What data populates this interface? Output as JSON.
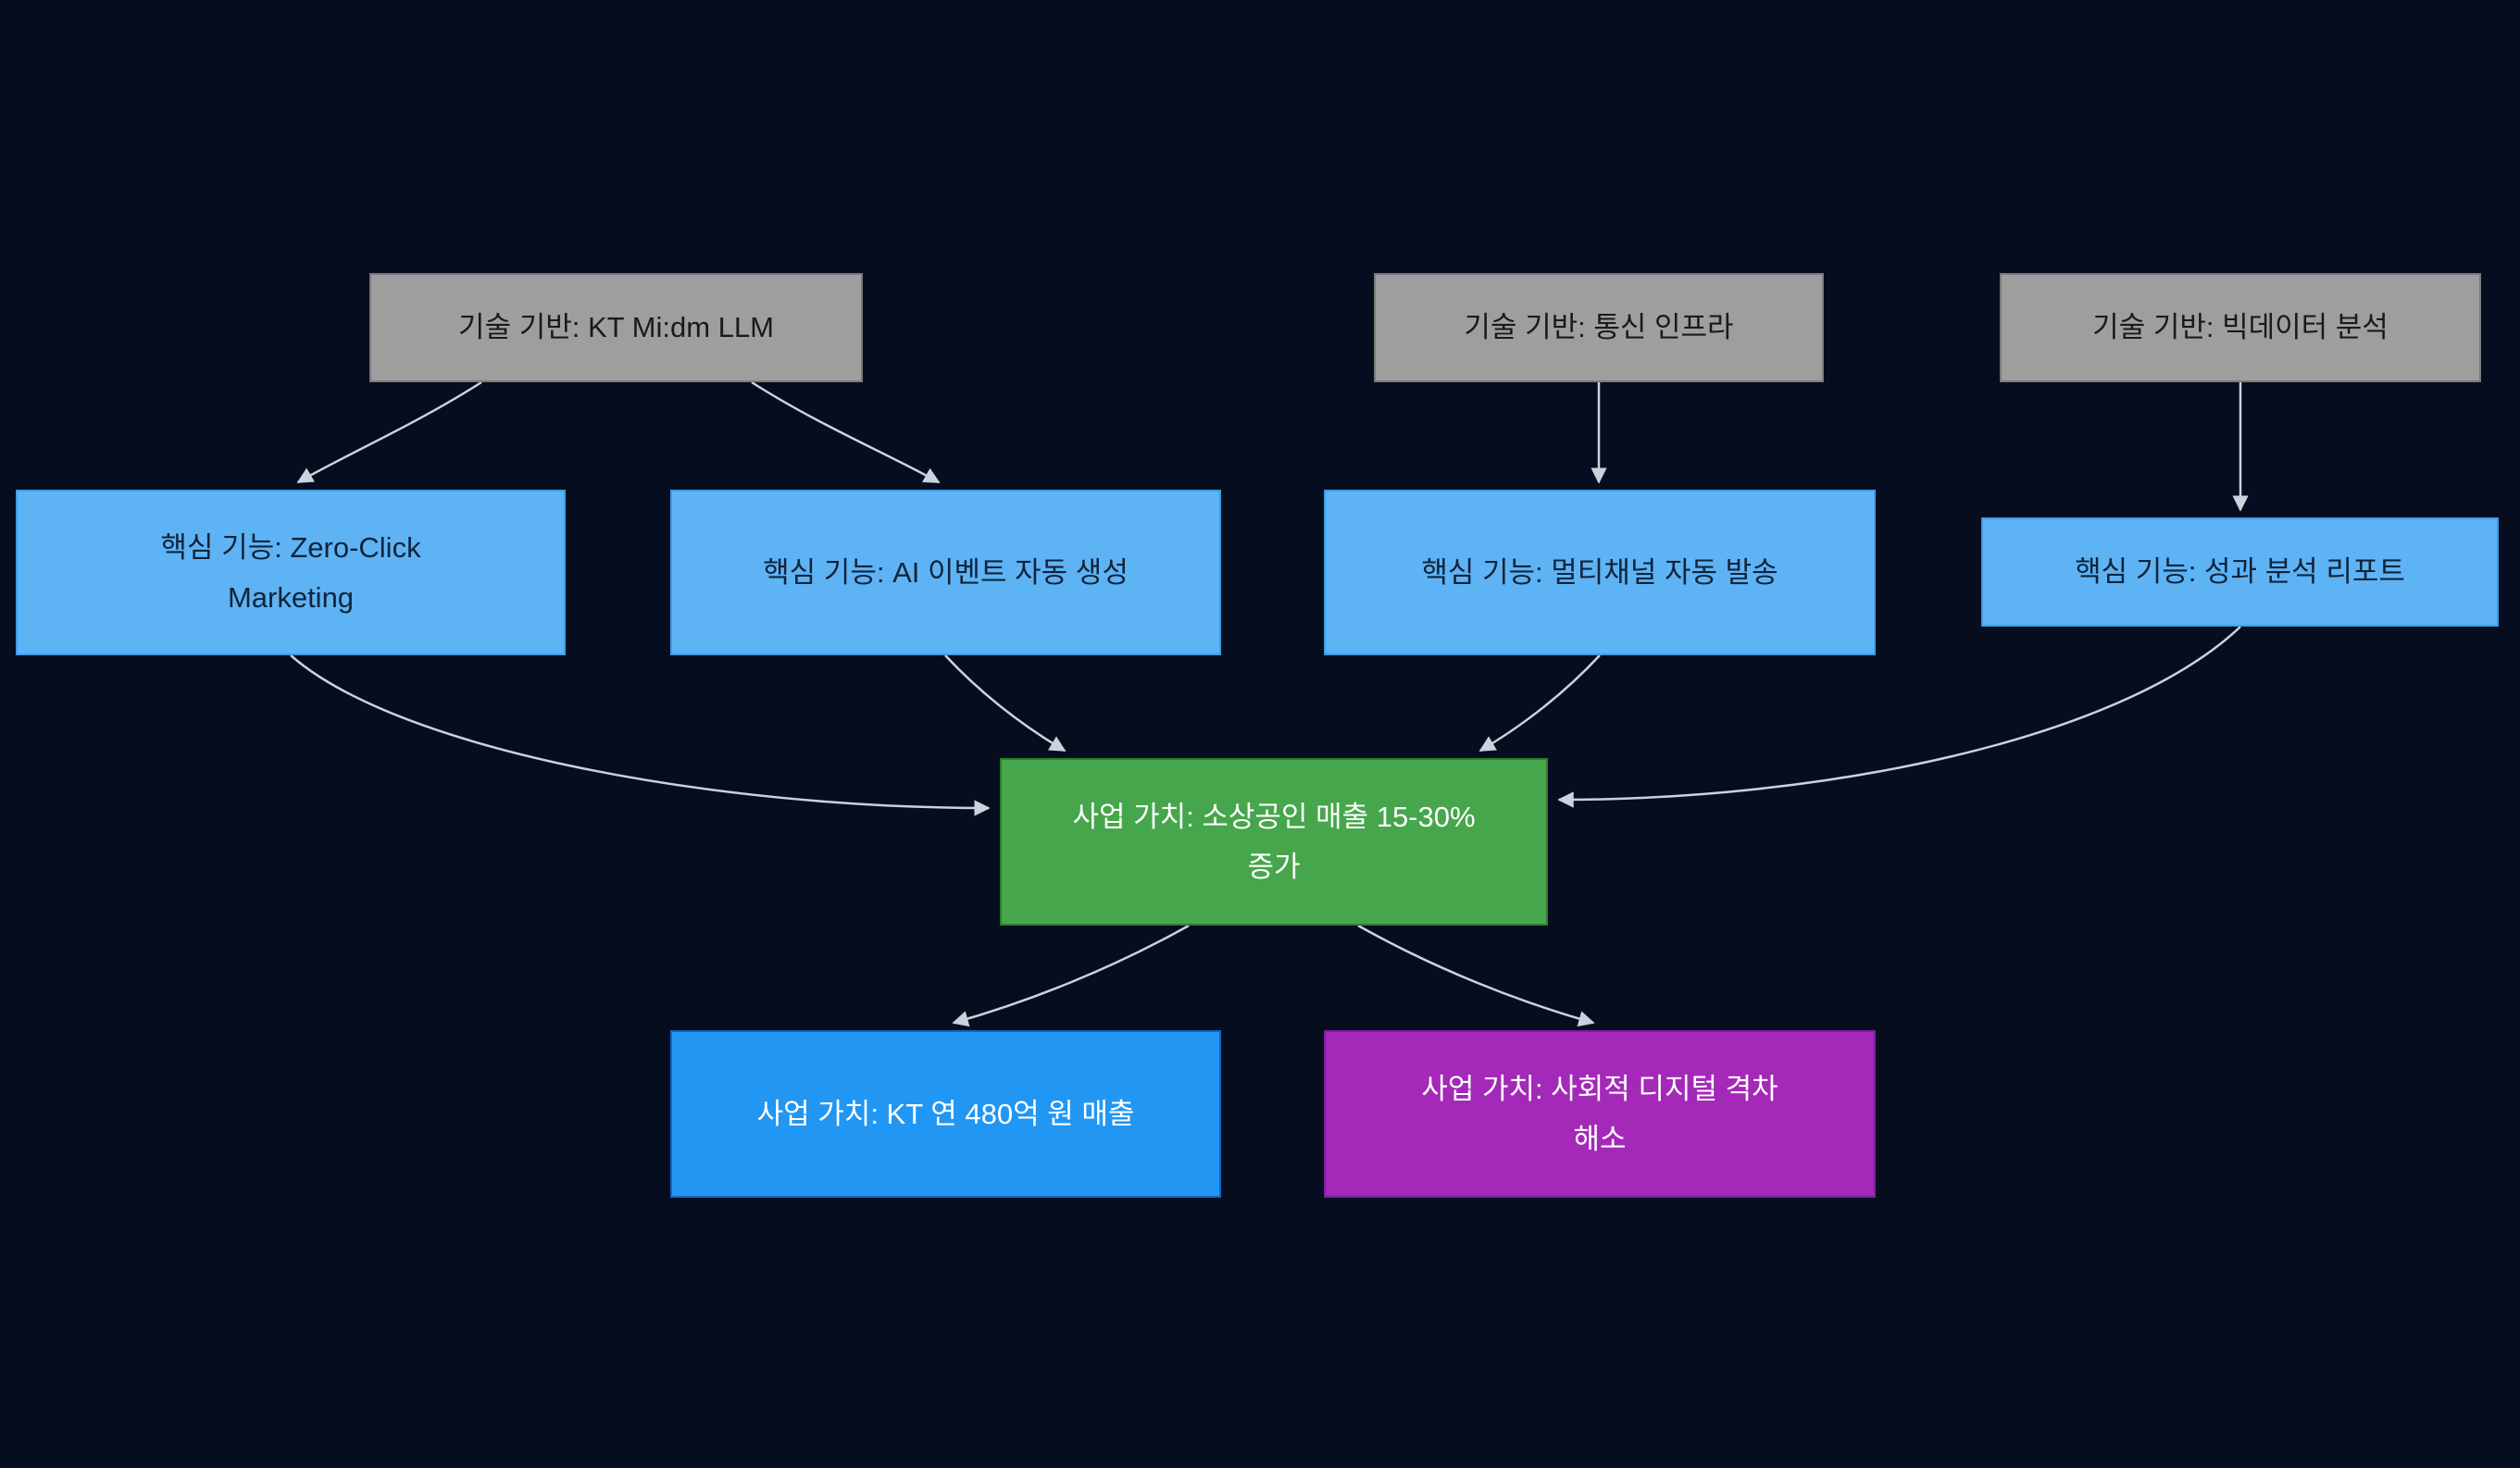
{
  "diagram": {
    "type": "flowchart",
    "background": "#050d1e",
    "nodes": [
      {
        "id": "tech-kt-midm-llm",
        "label": "기술 기반: KT Mi:dm LLM",
        "group": "tech",
        "fill": "#9e9e9e",
        "text_color": "#1a1a1a"
      },
      {
        "id": "tech-telecom-infra",
        "label": "기술 기반: 통신 인프라",
        "group": "tech",
        "fill": "#9e9e9e",
        "text_color": "#1a1a1a"
      },
      {
        "id": "tech-bigdata-analytics",
        "label": "기술 기반: 빅데이터 분석",
        "group": "tech",
        "fill": "#9e9e9e",
        "text_color": "#1a1a1a"
      },
      {
        "id": "feature-zero-click",
        "label": "핵심 기능: Zero-Click Marketing",
        "group": "feature",
        "fill": "#5eb3f5",
        "text_color": "#10243a"
      },
      {
        "id": "feature-ai-event",
        "label": "핵심 기능: AI 이벤트 자동 생성",
        "group": "feature",
        "fill": "#5eb3f5",
        "text_color": "#10243a"
      },
      {
        "id": "feature-multichannel",
        "label": "핵심 기능: 멀티채널 자동 발송",
        "group": "feature",
        "fill": "#5eb3f5",
        "text_color": "#10243a"
      },
      {
        "id": "feature-analytics-report",
        "label": "핵심 기능: 성과 분석 리포트",
        "group": "feature",
        "fill": "#5eb3f5",
        "text_color": "#10243a"
      },
      {
        "id": "value-merchant-sales",
        "label": "사업 가치: 소상공인 매출 15-30% 증가",
        "group": "value",
        "fill": "#46a64b",
        "text_color": "#ffffff"
      },
      {
        "id": "value-kt-revenue",
        "label": "사업 가치: KT 연 480억 원 매출",
        "group": "value",
        "fill": "#2196f3",
        "text_color": "#ffffff"
      },
      {
        "id": "value-digital-divide",
        "label": "사업 가치: 사회적 디지털 격차 해소",
        "group": "value",
        "fill": "#a429b8",
        "text_color": "#ffffff"
      }
    ],
    "edges": [
      {
        "from": "tech-kt-midm-llm",
        "to": "feature-zero-click"
      },
      {
        "from": "tech-kt-midm-llm",
        "to": "feature-ai-event"
      },
      {
        "from": "tech-telecom-infra",
        "to": "feature-multichannel"
      },
      {
        "from": "tech-bigdata-analytics",
        "to": "feature-analytics-report"
      },
      {
        "from": "feature-zero-click",
        "to": "value-merchant-sales"
      },
      {
        "from": "feature-ai-event",
        "to": "value-merchant-sales"
      },
      {
        "from": "feature-multichannel",
        "to": "value-merchant-sales"
      },
      {
        "from": "feature-analytics-report",
        "to": "value-merchant-sales"
      },
      {
        "from": "value-merchant-sales",
        "to": "value-kt-revenue"
      },
      {
        "from": "value-merchant-sales",
        "to": "value-digital-divide"
      }
    ],
    "colors": {
      "edge": "#ccd2dc",
      "tech_fill": "#9e9e9e",
      "feature_fill": "#5eb3f5",
      "value_green_fill": "#46a64b",
      "value_blue_fill": "#2196f3",
      "value_purple_fill": "#a429b8"
    }
  }
}
